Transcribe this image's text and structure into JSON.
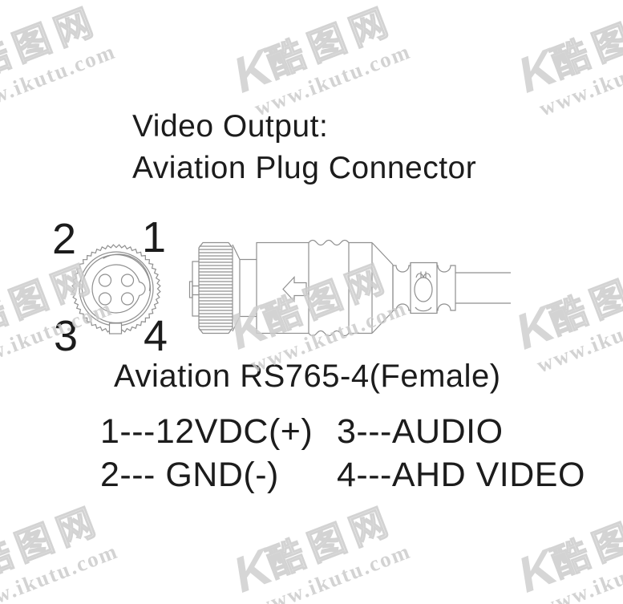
{
  "title": {
    "line1": "Video Output:",
    "line2": "Aviation Plug Connector"
  },
  "connector": {
    "caption": "Aviation RS765-4(Female)",
    "pin_labels": {
      "top_left": "2",
      "top_right": "1",
      "bottom_left": "3",
      "bottom_right": "4"
    }
  },
  "pinout": {
    "left_column": [
      "1---12VDC(+)",
      "2--- GND(-)"
    ],
    "right_column": [
      "3---AUDIO",
      "4---AHD VIDEO"
    ]
  },
  "watermark": {
    "mark": "K",
    "brand": "酷图网",
    "url": "www.ikutu.com"
  },
  "colors": {
    "text": "#1c1c1c",
    "drawing_line": "#8f8f8f",
    "watermark": "#cccccc",
    "background": "#ffffff"
  }
}
